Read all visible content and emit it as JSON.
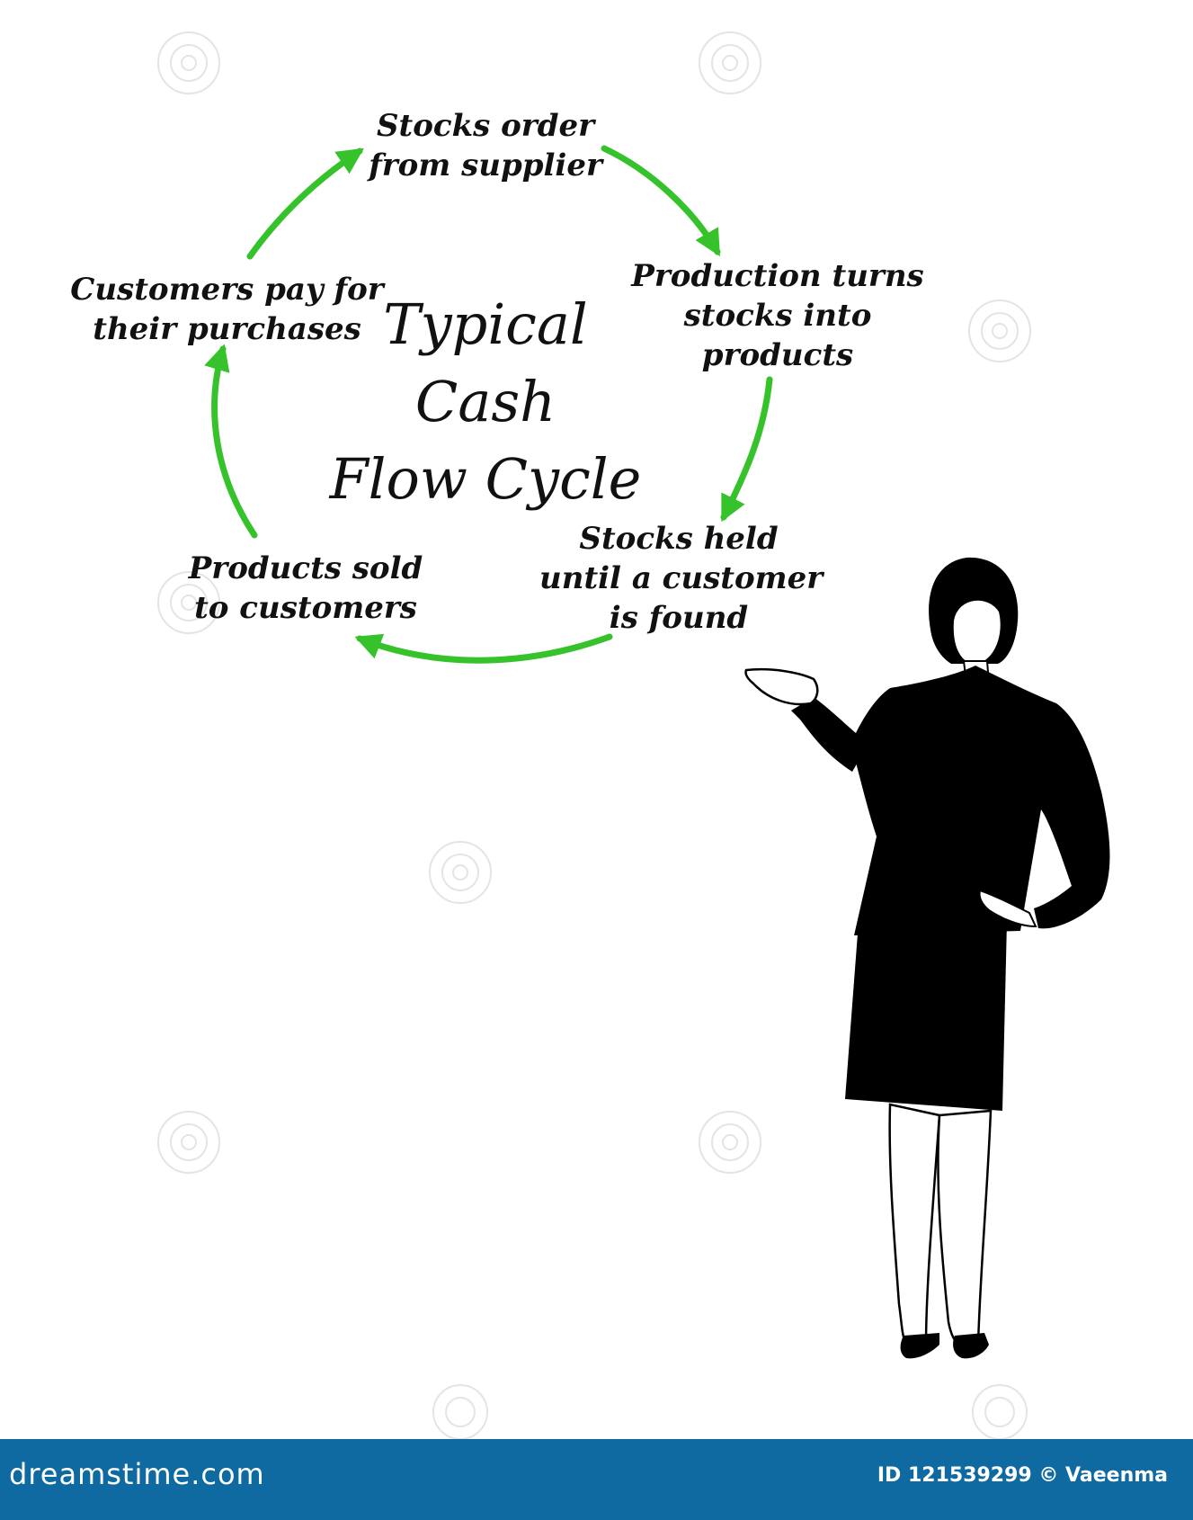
{
  "title": {
    "line1": "Typical",
    "line2": "Cash",
    "line3": "Flow Cycle"
  },
  "steps": [
    {
      "lines": [
        "Stocks order",
        "from supplier"
      ]
    },
    {
      "lines": [
        "Production turns",
        "stocks into",
        "products"
      ]
    },
    {
      "lines": [
        "Stocks held",
        "until a customer",
        "is found"
      ]
    },
    {
      "lines": [
        "Products sold",
        "to customers"
      ]
    },
    {
      "lines": [
        "Customers pay for",
        "their purchases"
      ]
    }
  ],
  "footer": {
    "logo": "dreamstime.com",
    "credit": "ID 121539299 © Vaeenma"
  },
  "colors": {
    "arrow": "#35c22a",
    "text": "#111111",
    "footer_bg": "#0e6aa0",
    "figure": "#000000"
  },
  "icons": {
    "presenter": "businesswoman-silhouette-icon",
    "watermark": "watermark-swirl-icon"
  }
}
